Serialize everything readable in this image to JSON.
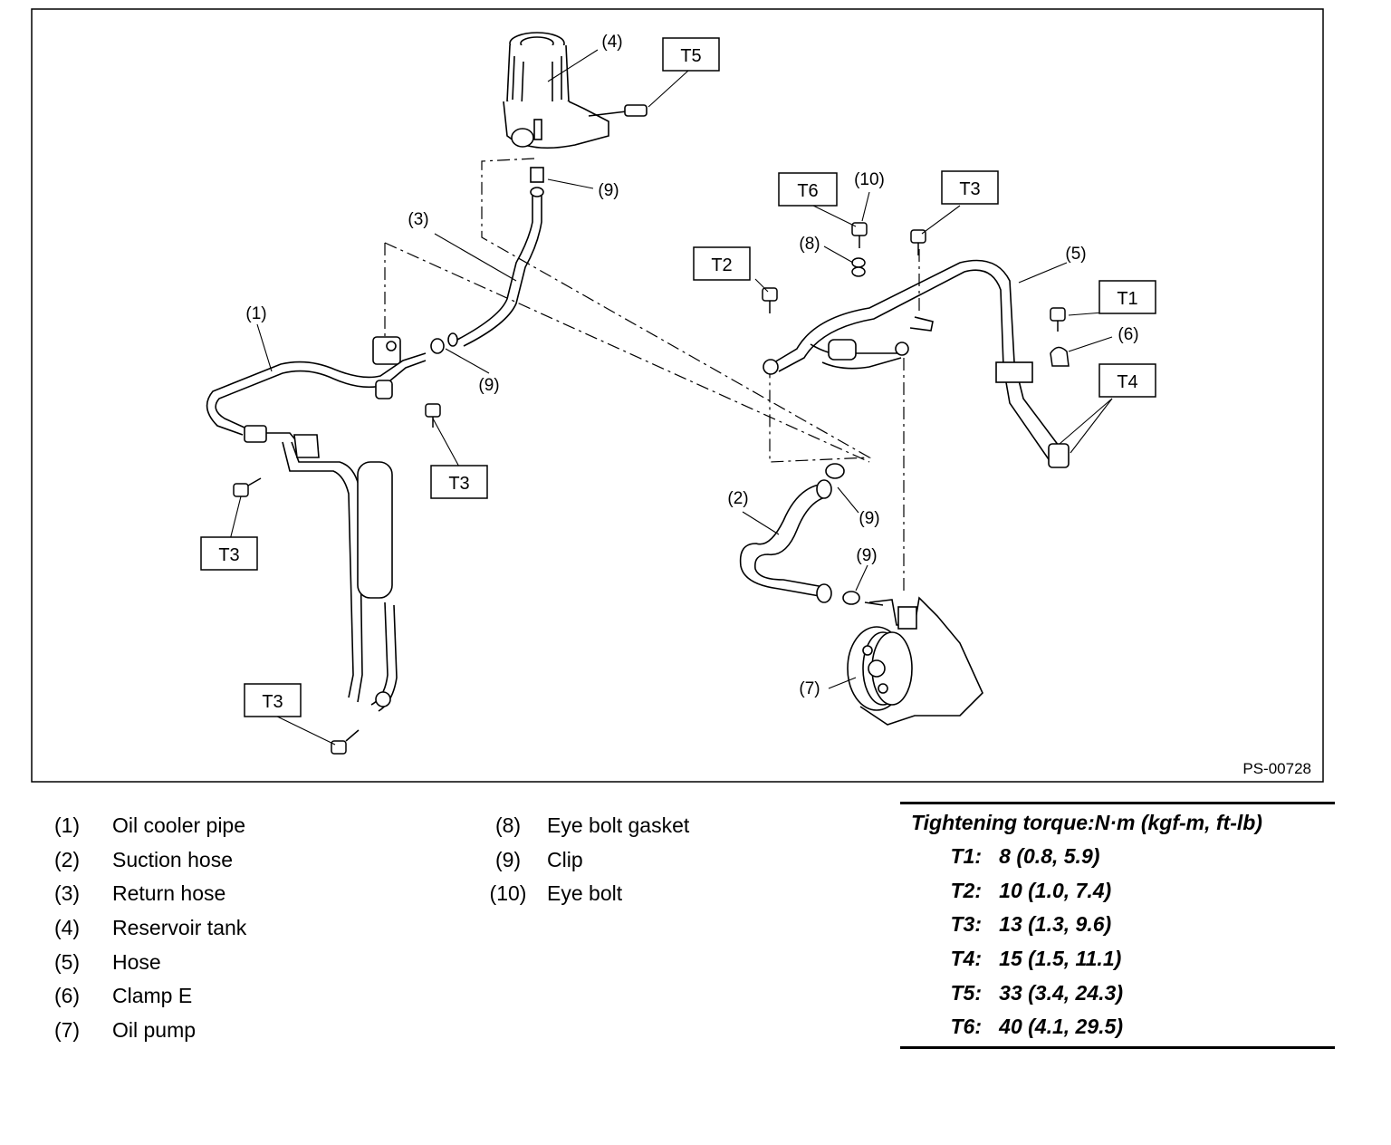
{
  "figure": {
    "figure_id": "PS-00728",
    "callouts": [
      "(1)",
      "(2)",
      "(3)",
      "(4)",
      "(5)",
      "(6)",
      "(7)",
      "(8)",
      "(9)",
      "(10)"
    ],
    "torque_tags": [
      "T1",
      "T2",
      "T3",
      "T4",
      "T5",
      "T6"
    ]
  },
  "legend": {
    "left": [
      {
        "num": "(1)",
        "name": "Oil cooler pipe"
      },
      {
        "num": "(2)",
        "name": "Suction hose"
      },
      {
        "num": "(3)",
        "name": "Return hose"
      },
      {
        "num": "(4)",
        "name": "Reservoir tank"
      },
      {
        "num": "(5)",
        "name": "Hose"
      },
      {
        "num": "(6)",
        "name": "Clamp E"
      },
      {
        "num": "(7)",
        "name": "Oil pump"
      }
    ],
    "right": [
      {
        "num": "(8)",
        "name": "Eye bolt gasket"
      },
      {
        "num": "(9)",
        "name": "Clip"
      },
      {
        "num": "(10)",
        "name": "Eye bolt"
      }
    ]
  },
  "torque": {
    "title": "Tightening torque:N·m (kgf-m, ft-lb)",
    "rows": [
      {
        "key": "T1:",
        "value": "8 (0.8, 5.9)"
      },
      {
        "key": "T2:",
        "value": "10 (1.0, 7.4)"
      },
      {
        "key": "T3:",
        "value": "13 (1.3, 9.6)"
      },
      {
        "key": "T4:",
        "value": "15 (1.5, 11.1)"
      },
      {
        "key": "T5:",
        "value": "33 (3.4, 24.3)"
      },
      {
        "key": "T6:",
        "value": "40 (4.1, 29.5)"
      }
    ]
  }
}
